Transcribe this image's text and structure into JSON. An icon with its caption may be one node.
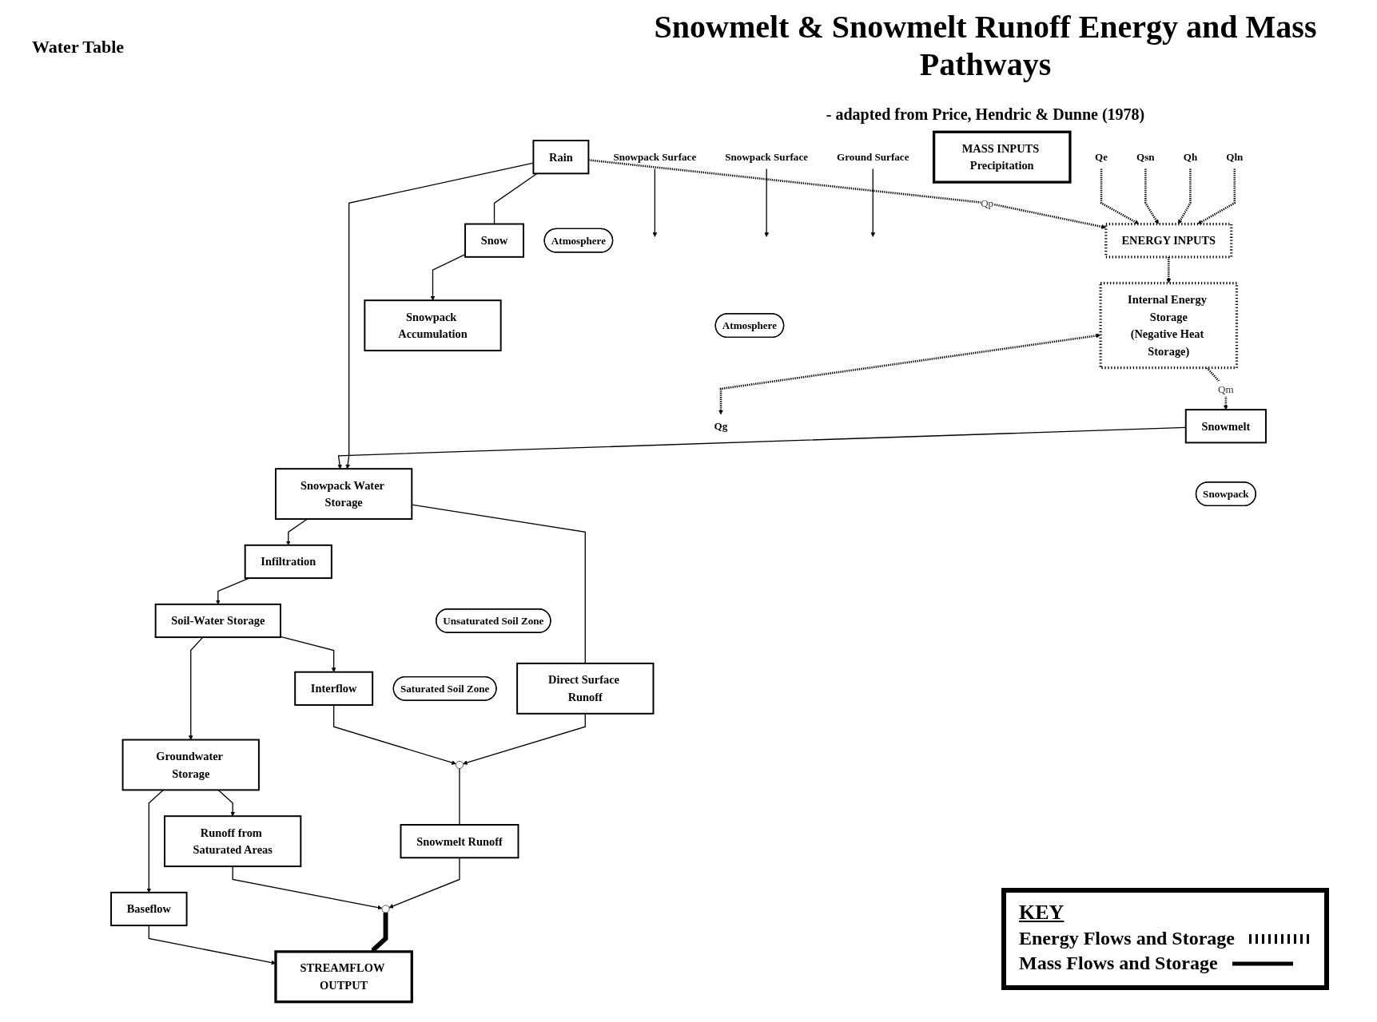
{
  "diagram": {
    "title": "Snowmelt & Snowmelt Runoff Energy and Mass Pathways",
    "caption": "- adapted from Price, Hendric & Dunne (1978)",
    "nodes": [
      {
        "text": [
          "Qln"
        ]
      },
      {
        "text": [
          "Qh"
        ]
      },
      {
        "text": [
          "Qsn"
        ]
      },
      {
        "text": [
          "Qe"
        ]
      },
      {
        "text": [
          "ENERGY INPUTS"
        ]
      },
      {
        "text": [
          "MASS INPUTS Precipitation"
        ]
      },
      {
        "text": [
          "Rain"
        ]
      },
      {
        "text": [
          "Snow"
        ]
      },
      {
        "text": [
          "Internal Energy Storage",
          "(Negative Heat Storage)"
        ]
      },
      {
        "text": [
          "Snowmelt"
        ]
      },
      {
        "text": [
          "Snowpack Water Storage"
        ]
      },
      {
        "text": [
          "Snowpack Accumulation"
        ]
      },
      {
        "text": [
          "Infiltration"
        ]
      },
      {
        "text": [
          "Direct Surface Runoff"
        ]
      },
      {
        "text": [
          "Soil-Water Storage"
        ]
      },
      {
        "text": [
          "Interflow"
        ]
      },
      {
        "text": [],
        "shape": "circle"
      },
      {
        "text": [
          "Snowmelt Runoff"
        ]
      },
      {
        "text": [
          "Groundwater Storage"
        ]
      },
      {
        "text": [
          "Runoff from Saturated Areas"
        ]
      },
      {
        "text": [
          "Baseflow"
        ]
      },
      {
        "text": [],
        "shape": "circle"
      },
      {
        "text": [
          "STREAMFLOW OUTPUT"
        ]
      },
      {
        "text": [
          "Qg"
        ]
      },
      {
        "text": [
          "Atmosphere"
        ]
      },
      {
        "text": [
          "Atmosphere"
        ]
      },
      {
        "text": [
          "Snowpack"
        ]
      },
      {
        "text": [
          "Unsaturated Soil Zone"
        ]
      },
      {
        "text": [
          "Saturated Soil Zone"
        ]
      },
      {
        "text": [
          "Snowpack Surface"
        ]
      },
      {
        "text": [
          "Snowpack Surface"
        ]
      },
      {
        "text": [
          "Ground Surface"
        ]
      }
    ],
    "edges": [
      {
        "from": 0,
        "to": 4,
        "arrow": "to",
        "style": "dashed"
      },
      {
        "from": 1,
        "to": 4,
        "arrow": "to",
        "style": "dashed"
      },
      {
        "from": 2,
        "to": 4,
        "arrow": "to",
        "style": "dashed"
      },
      {
        "from": 3,
        "to": 4,
        "arrow": "to",
        "style": "dashed"
      },
      {
        "from": 6,
        "to": 4,
        "arrow": "to",
        "style": "dashed",
        "label": "Qp"
      },
      {
        "from": 6,
        "to": 7,
        "arrow": "none"
      },
      {
        "from": 4,
        "to": 8,
        "arrow": "to",
        "style": "dashed"
      },
      {
        "from": 8,
        "to": 9,
        "arrow": "to",
        "style": "dashed",
        "label": "Qm"
      },
      {
        "from": 8,
        "to": 23,
        "arrow": "both",
        "style": "dashed"
      },
      {
        "from": 6,
        "to": 10,
        "arrow": "to"
      },
      {
        "from": 7,
        "to": 11,
        "arrow": "to"
      },
      {
        "from": 9,
        "to": 10,
        "arrow": "to"
      },
      {
        "from": 10,
        "to": 12,
        "arrow": "to"
      },
      {
        "from": 10,
        "to": 13,
        "arrow": "none"
      },
      {
        "from": 13,
        "to": 16,
        "arrow": "to"
      },
      {
        "from": 15,
        "to": 16,
        "arrow": "to"
      },
      {
        "from": 16,
        "to": 17,
        "arrow": "none"
      },
      {
        "from": 17,
        "to": 21,
        "arrow": "to"
      },
      {
        "from": 12,
        "to": 14,
        "arrow": "to"
      },
      {
        "from": 14,
        "to": 15,
        "arrow": "to"
      },
      {
        "from": 14,
        "to": 18,
        "arrow": "to"
      },
      {
        "from": 18,
        "to": 19,
        "arrow": "to"
      },
      {
        "from": 18,
        "to": 20,
        "arrow": "to"
      },
      {
        "from": 19,
        "to": 21,
        "arrow": "to"
      },
      {
        "from": 21,
        "to": 22,
        "arrow": "to",
        "style": "thick"
      },
      {
        "from": 20,
        "to": 22,
        "arrow": "to"
      },
      {
        "from": 29,
        "to": null,
        "arrow": "to"
      },
      {
        "from": 30,
        "to": null,
        "arrow": "to"
      },
      {
        "from": 31,
        "to": null,
        "arrow": "to"
      }
    ],
    "labels": [
      "Water Table",
      "KEY"
    ],
    "legend": [
      {
        "text": "Energy Flows and Storage"
      },
      {
        "text": "Mass Flows and Storage"
      }
    ]
  }
}
